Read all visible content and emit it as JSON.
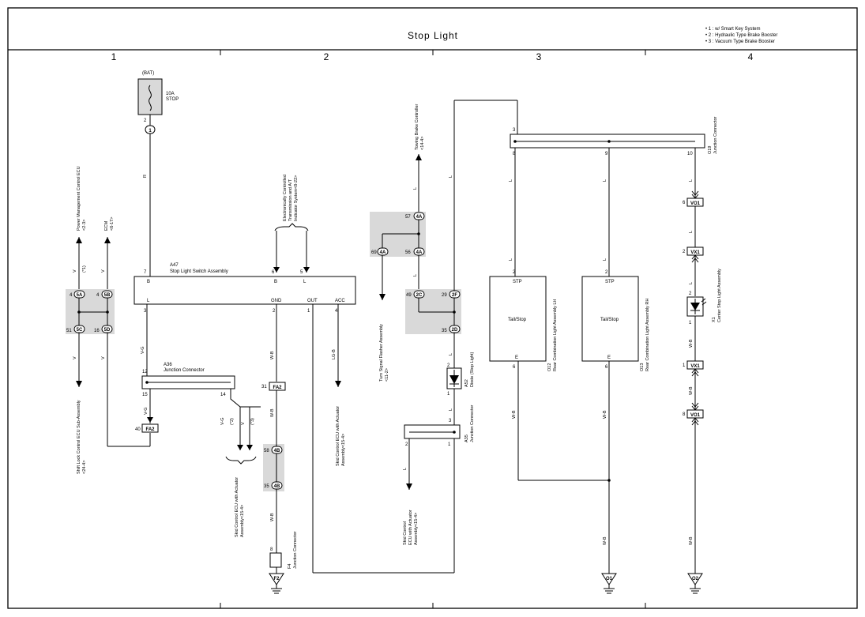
{
  "title": "Stop Light",
  "notes": [
    "• 1 : w/ Smart Key System",
    "• 2 : Hydraulic Type Brake Booster",
    "• 3 : Vacuum Type Brake Booster"
  ],
  "columns": [
    "1",
    "2",
    "3",
    "4"
  ],
  "bat": "(BAT)",
  "fuse": {
    "rating": "10A",
    "name": "STOP"
  },
  "pins": {
    "p2": "2",
    "p1": "1",
    "p7": "7",
    "p6": "6",
    "p5": "5",
    "p3": "3",
    "p4": "4",
    "p12": "12",
    "p15": "15",
    "p14": "14",
    "p40": "40",
    "p31": "31",
    "p58": "58",
    "p35": "35",
    "p8": "8",
    "p57": "57",
    "p69": "69",
    "p56": "56",
    "p49": "49",
    "p29": "29",
    "p9": "9",
    "p10": "10",
    "p51": "51",
    "p16": "16"
  },
  "connectors": {
    "c1": "1",
    "c5a": "5A",
    "c5b": "5B",
    "c5c": "5C",
    "c5d": "5D",
    "fa2": "FA2",
    "c4b": "4B",
    "f2": "F2",
    "c4a": "4A",
    "c2c": "2C",
    "c2f": "2F",
    "c2d": "2D",
    "vo1": "VO1",
    "vx1": "VX1",
    "o1": "O1",
    "o2": "O2"
  },
  "wires": {
    "r": "R",
    "v": "V",
    "vg": "V-G",
    "wb": "W-B",
    "lgb": "LG-B",
    "l": "L"
  },
  "optionals": {
    "o1": "(*1)",
    "o2": "(*2)",
    "o3": "(*3)"
  },
  "a47": {
    "id": "A47",
    "name": "Stop Light Switch Assembly",
    "pin_b": "B",
    "pin_l": "L",
    "pin_gnd": "GND",
    "pin_out": "OUT",
    "pin_acc": "ACC"
  },
  "a36": {
    "id": "A36",
    "name": "Junction Connector"
  },
  "a35": {
    "id": "A35",
    "name": "Junction Connector"
  },
  "a52": {
    "id": "A52",
    "name": "Diode (Stop Light)"
  },
  "f4": {
    "id": "F4",
    "name": "Junction Connector"
  },
  "o19": {
    "id": "O19",
    "name": "Junction Connector"
  },
  "o12": {
    "id": "O12",
    "name": "Rear Combination Light Assembly LH",
    "pin_stp": "STP",
    "pin_e": "E",
    "inner": "Tail/Stop"
  },
  "o13": {
    "id": "O13",
    "name": "Rear Combination Light Assembly RH",
    "pin_stp": "STP",
    "pin_e": "E",
    "inner": "Tail/Stop"
  },
  "x1": {
    "id": "X1",
    "name": "Center Stop Light Assembly"
  },
  "refs": {
    "pm_ecu": "Power Management Control ECU",
    "pm_ecu_pg": "<2-3>",
    "ecm": "ECM",
    "ecm_pg": "<6-17>",
    "shift_lock": "Shift Lock Control ECU Sub-Assembly",
    "shift_lock_pg": "<24-4>",
    "ectis": "Electronically Controlled",
    "ectis2": "Transmission and A/T",
    "ectis3": "Indicator System<8-22>",
    "towing": "Towing Brake Controller",
    "towing_pg": "<14-4>",
    "turn": "Turn Signal Flasher Assembly",
    "turn_pg": "<11-2>",
    "skid_a": "Skid Control ECU with Actuator",
    "skid_a_pg": "Assembly<15-4>",
    "skid_b": "Skid Control ECU with Actuator",
    "skid_b_pg": "Assembly<15-4>",
    "skid_c": "Skid Control",
    "skid_c2": "ECU with Actuator",
    "skid_c_pg": "Assembly<15-4>"
  }
}
